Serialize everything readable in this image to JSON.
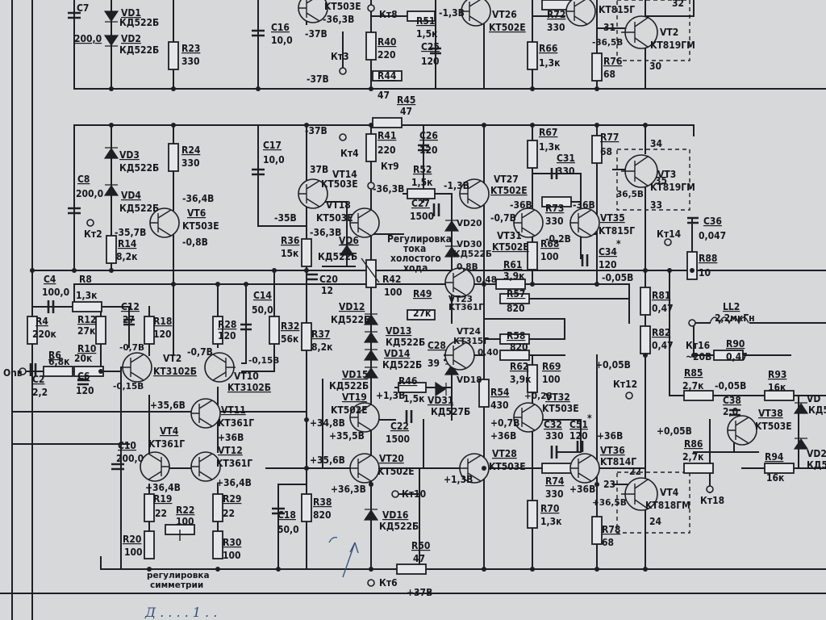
{
  "labels": {
    "c7": "C7",
    "c7v": "200,0",
    "vd1": "VD1",
    "vd1t": "КД522Б",
    "vd2": "VD2",
    "vd2t": "КД522Б",
    "r23": "R23",
    "r23v": "330",
    "c16": "C16",
    "c16v": "10,0",
    "vt1top": "KT503E",
    "v_m3638": "-36,3В",
    "v_m37a": "-37В",
    "kt8": "Кт8",
    "r40": "R40",
    "r40v": "220",
    "r51": "R51",
    "r51v": "1,5к",
    "c25": "C25",
    "c25v": "120",
    "v_m13": "-1,3В",
    "vt26": "VT26",
    "vt26t": "KT502E",
    "r72": "R72",
    "r72v": "330",
    "r66": "R66",
    "r66v": "1,3к",
    "kt815top": "KT815Г",
    "n32": "32",
    "n31": "31",
    "v_3658a": "-36,5В",
    "vt2": "VT2",
    "vt2t": "KT819ГМ",
    "r76": "R76",
    "r76v": "68",
    "n30": "30",
    "kt3": "Кт3",
    "v_m37b": "-37В",
    "r44": "R44",
    "r44v": "47",
    "r45": "R45",
    "r45v": "47",
    "vd3": "VD3",
    "vd3t": "КД522Б",
    "r24": "R24",
    "r24v": "330",
    "v_m37c": "-37В",
    "c17": "C17",
    "c17v": "10,0",
    "kt4": "Кт4",
    "r41": "R41",
    "r41v": "220",
    "c26": "C26",
    "c26v": "120",
    "r67": "R67",
    "r67v": "1,3к",
    "r77": "R77",
    "r77v": "68",
    "n34": "34",
    "c31": "C31",
    "c31v": "330",
    "c8": "C8",
    "c8v": "200,0",
    "vd4": "VD4",
    "vd4t": "КД522Б",
    "v_m364": "-36,4В",
    "v_m357": "-35,7В",
    "vt6": "VT6",
    "vt6t": "KT503E",
    "v_m08": "-0,8В",
    "kt2": "Кт2",
    "r14": "R14",
    "r14v": "8,2к",
    "v_37": "37В",
    "vt14": "VT14",
    "vt14t": "KT503E",
    "kt9": "Кт9",
    "v_m363": "-36,3В",
    "r52": "R52",
    "r52v": "1,5к",
    "v_m13b": "-1,3В",
    "vt27": "VT27",
    "vt27t": "KT502E",
    "n35": "35",
    "v_3658b": "36,5В",
    "vt3": "VT3",
    "vt3t": "KT819ГМ",
    "n33": "33",
    "v_m35": "-35В",
    "vt18": "VT18",
    "vt18t": "KT503E",
    "c27": "C27",
    "c27v": "1500",
    "vd20": "VD20",
    "vd30": "VD30",
    "vd30t": "КД522Б",
    "v_m07": "-0,7В",
    "vt31": "VT31",
    "vt31t": "KT502E",
    "v_m02": "-0,2В",
    "r73": "R73",
    "r73v": "330",
    "v_m368": "-36В",
    "v_m368b": "-36В",
    "vt35": "VT35",
    "vt35t": "KT815Г",
    "c36": "C36",
    "c36v": "0,047",
    "kt14": "Кт14",
    "v_m3638b": "-36,3В",
    "r36": "R36",
    "r36v": "15к",
    "vd6": "VD6",
    "vd6t": "КД522Б",
    "adj1": "Регулировка",
    "adj2": "тока",
    "adj3": "холостого",
    "adj4": "хода",
    "v_08": "0,8В",
    "r68": "R68",
    "r68v": "100",
    "c34": "C34",
    "c34v": "120",
    "ast": "*",
    "r88": "R88",
    "r88v": "10",
    "c4": "C4",
    "c4v": "100,0",
    "r8": "R8",
    "r8v": "1,3к",
    "c20": "C20",
    "c20v": "12",
    "r42": "R42",
    "r42v": "100",
    "r61": "R61",
    "r61v": "3,9к",
    "v_048": "0,48",
    "v_m005": "-0,05В",
    "vt23": "VT23",
    "vt23t": "KT361Г",
    "c12": "C12",
    "c12v": "27",
    "r18": "R18",
    "r18v": "120",
    "r28": "R28",
    "r28v": "120",
    "c14": "C14",
    "c14v": "50,0",
    "r4": "R4",
    "r4v": "220к",
    "r12": "R12",
    "r12v": "27к",
    "r32": "R32",
    "r32v": "56к",
    "r37": "R37",
    "r37v": "8,2к",
    "vd12": "VD12",
    "vd12t": "КД522Б",
    "r49": "R49",
    "r49v": "27к",
    "r57": "R57",
    "r57v": "820",
    "r81": "R81",
    "r81v": "0,47",
    "ll2": "LL2",
    "ll2v": "2,2мкГн",
    "v_m078": "-0,7В",
    "v_m07c": "-0,7В",
    "v_m015": "-0,15В",
    "v_m015b": "-0,15В",
    "vd13": "VD13",
    "vd13t": "КД522Б",
    "vd14": "VD14",
    "vd14t": "КД522Б",
    "c28": "C28",
    "c28v": "39",
    "vt24": "VT24",
    "vt24t": "KT315Г",
    "r58": "R58",
    "r58v": "820",
    "v_040": "0,40",
    "r82": "R82",
    "r82v": "0,47",
    "kt16": "Кт16",
    "kt16v": "~20В",
    "r90": "R90",
    "r90v": "0,47",
    "r6": "R6",
    "r6v": "6,8к",
    "r10": "R10",
    "r10v": "20к",
    "vt2l": "VT2",
    "vt2lt": "KT3102Б",
    "vt10": "VT10",
    "vt10t": "KT3102Б",
    "c2": "C2",
    "c2v": "2,2",
    "c6": "C6",
    "c6v": "120",
    "ohv": "Ohв",
    "vd15": "VD15",
    "vd15t": "КД522Б",
    "r46": "R46",
    "r46v": "1,5к",
    "vd18": "VD18",
    "r62": "R62",
    "r62v": "3,9к",
    "r69": "R69",
    "r69v": "100",
    "v_005": "+0,05В",
    "kt12": "Кт12",
    "r85": "R85",
    "r85v": "2,7к",
    "v_m005b": "-0,05В",
    "r93": "R93",
    "r93v": "16к",
    "c38": "C38",
    "c38v": "2,0",
    "vt38": "VT38",
    "vt38t": "KT503E",
    "vd_r1": "VD",
    "vd_r1t": "КД5",
    "v_356": "+35,6В",
    "vt11": "VT11",
    "vt11t": "KT361Г",
    "v_36": "+36В",
    "vt4": "VT4",
    "vt4t": "KT361Г",
    "vt12": "VT12",
    "vt12t": "KT361Г",
    "v_13": "+1,3В",
    "vd31": "VD31",
    "vd31t": "КД527Б",
    "r54": "R54",
    "r54v": "430",
    "v_028": "+0,28",
    "vt32": "VT32",
    "vt32t": "KT503E",
    "v_348": "+34,8В",
    "v_355": "+35,5В",
    "vt19": "VT19",
    "vt19t": "KT502E",
    "c22": "C22",
    "c22v": "1500",
    "v_07": "+0,7В",
    "v_368": "+36В",
    "c32": "C32",
    "c32v": "330",
    "c51": "C51",
    "c51v": "120",
    "v_36b": "+36В",
    "c10": "C10",
    "c10v": "200,0",
    "v_3648": "+36,4В",
    "v_3648b": "+36,4В",
    "v_356b": "+35,6В",
    "vt20": "VT20",
    "vt20t": "KT502E",
    "vt28": "VT28",
    "vt28t": "KT503E",
    "v_138": "+1,3В",
    "vt36": "VT36",
    "vt36t": "KT814Г",
    "v_005b": "+0,05В",
    "r86": "R86",
    "r86v": "2,7к",
    "r94": "R94",
    "r94v": "16к",
    "vd2r": "VD2",
    "vd2rt": "КД5",
    "r74": "R74",
    "r74v": "330",
    "n23": "23",
    "n22": "22",
    "v_368c": "+36В",
    "v_365": "+36,5В",
    "vt4r": "VT4",
    "vt4rt": "KT818ГМ",
    "kt18": "Кт18",
    "v_363": "+36,3В",
    "kt10": "Кт10",
    "r19": "R19",
    "r19v": "22",
    "r22": "R22",
    "r22v": "100",
    "r29": "R29",
    "r29v": "22",
    "c18": "C18",
    "c18v": "50,0",
    "r38": "R38",
    "r38v": "820",
    "vd16": "VD16",
    "vd16t": "КД522Б",
    "r70": "R70",
    "r70v": "1,3к",
    "r78": "R78",
    "r78v": "68",
    "n24": "24",
    "r20": "R20",
    "r20v": "100",
    "r30": "R30",
    "r30v": "100",
    "r50": "R50",
    "r50v": "47",
    "sym1": "регулировка",
    "sym2": "симметрии",
    "kt6": "Кт6",
    "v_37p": "+37В",
    "pen": "Д . . . . 1 . ."
  },
  "colors": {
    "paper": "#d6d8da",
    "ink": "#1d1f22",
    "pen": "#33507a"
  }
}
